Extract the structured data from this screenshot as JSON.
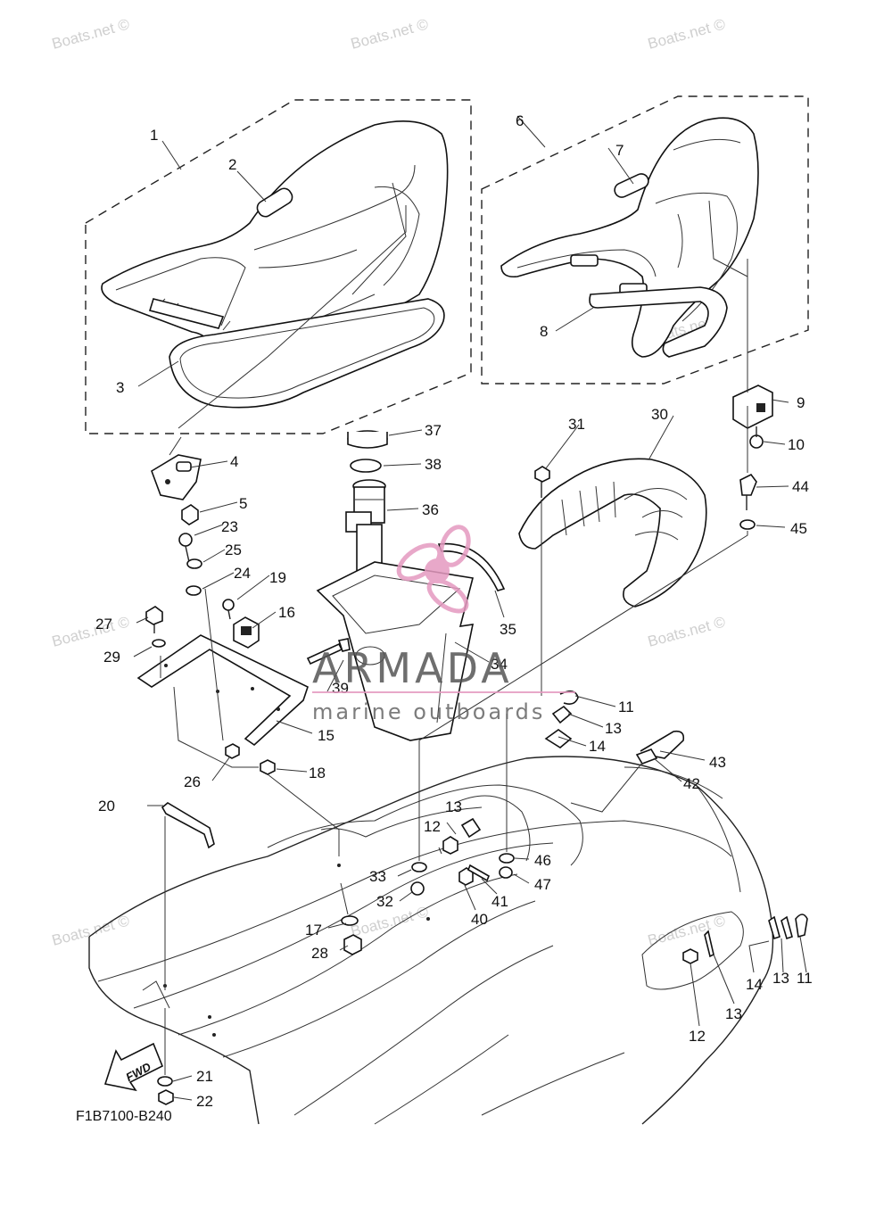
{
  "diagram": {
    "code": "F1B7100-B240",
    "fwd_label": "FWD"
  },
  "branding": {
    "name": "ARMADA",
    "tagline": "marine outboards",
    "watermark": "Boats.net ©",
    "logo_color": "#e59ac0"
  },
  "callouts": [
    "1",
    "2",
    "3",
    "4",
    "5",
    "6",
    "7",
    "8",
    "9",
    "10",
    "11",
    "12",
    "13",
    "14",
    "15",
    "16",
    "17",
    "18",
    "19",
    "20",
    "21",
    "22",
    "23",
    "24",
    "25",
    "26",
    "27",
    "28",
    "29",
    "30",
    "31",
    "32",
    "33",
    "34",
    "35",
    "36",
    "37",
    "38",
    "39",
    "40",
    "41",
    "42",
    "43",
    "44",
    "45",
    "46",
    "47",
    "11",
    "13",
    "14",
    "13",
    "12",
    "13",
    "14",
    "13",
    "11",
    "12"
  ]
}
